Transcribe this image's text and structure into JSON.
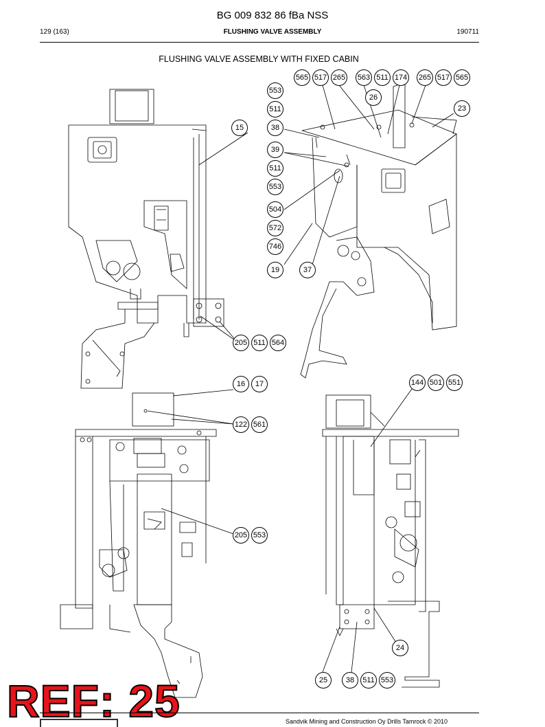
{
  "header": {
    "doc_title": "BG 009 832 86 fBa NSS",
    "page": "129 (163)",
    "section": "FLUSHING VALVE ASSEMBLY",
    "code": "190711"
  },
  "figure_title": "FLUSHING VALVE ASSEMBLY WITH FIXED CABIN",
  "balloons": [
    "565",
    "517",
    "265",
    "563",
    "511",
    "174",
    "265",
    "517",
    "565",
    "553",
    "26",
    "511",
    "23",
    "15",
    "38",
    "39",
    "511",
    "553",
    "504",
    "572",
    "746",
    "19",
    "37",
    "205",
    "511",
    "564",
    "16",
    "17",
    "144",
    "501",
    "551",
    "122",
    "561",
    "205",
    "553",
    "24",
    "25",
    "38",
    "511",
    "553"
  ],
  "ref_label": "REF: 25",
  "footer": "Sandvik Mining and Construction Oy Drills Tamrock © 2010"
}
